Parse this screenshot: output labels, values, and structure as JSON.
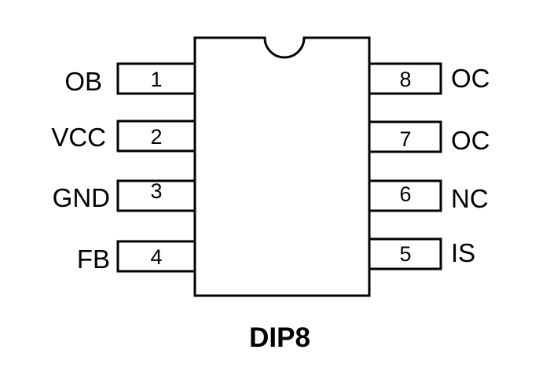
{
  "package": {
    "label": "DIP8"
  },
  "pins": {
    "left": [
      {
        "number": "1",
        "name": "OB"
      },
      {
        "number": "2",
        "name": "VCC"
      },
      {
        "number": "3",
        "name": "GND"
      },
      {
        "number": "4",
        "name": "FB"
      }
    ],
    "right": [
      {
        "number": "8",
        "name": "OC"
      },
      {
        "number": "7",
        "name": "OC"
      },
      {
        "number": "6",
        "name": "NC"
      },
      {
        "number": "5",
        "name": "IS"
      }
    ]
  },
  "colors": {
    "stroke": "#000000",
    "background": "#ffffff"
  }
}
